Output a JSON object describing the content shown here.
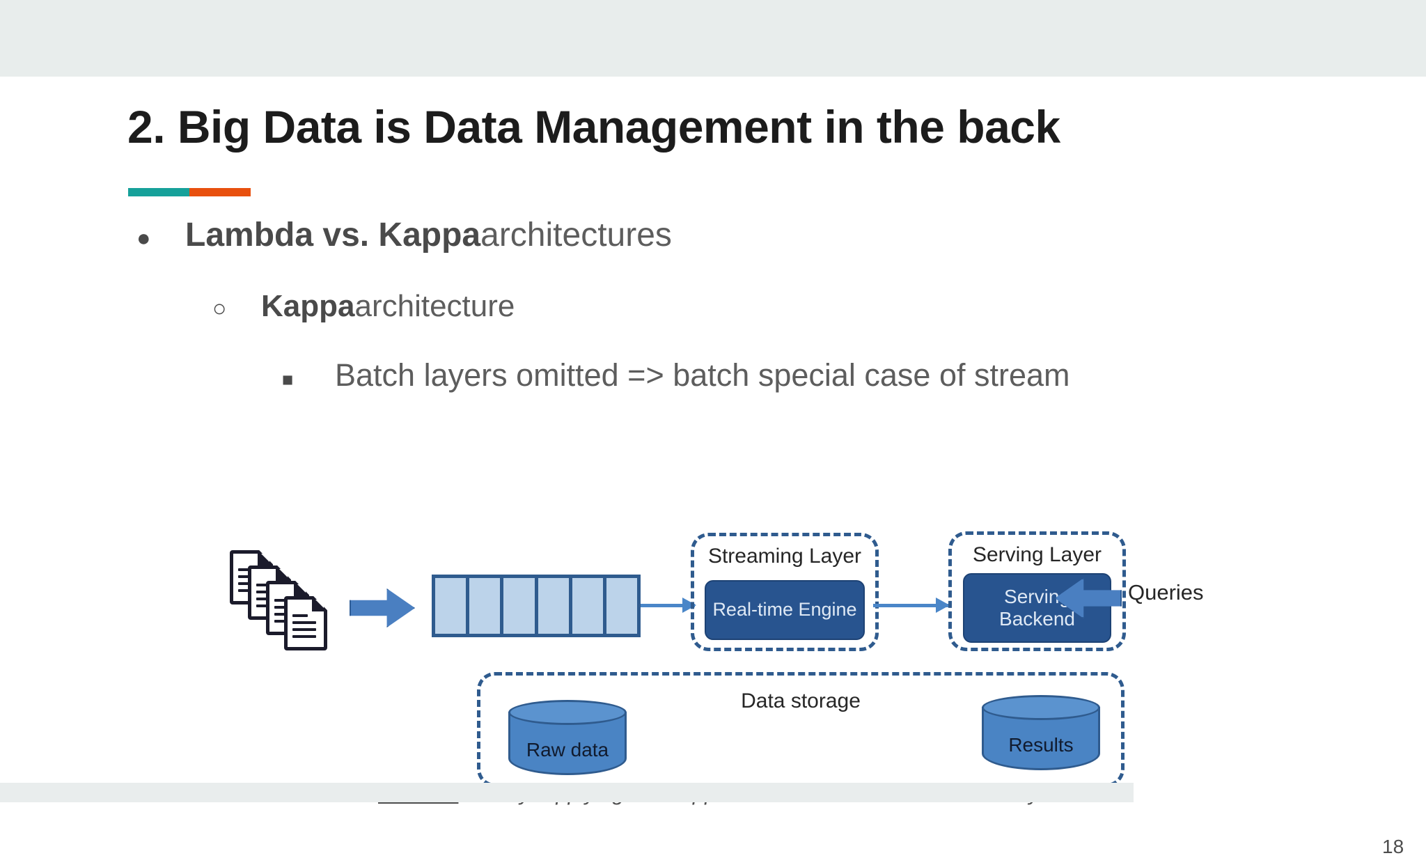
{
  "slide": {
    "title": "2. Big Data is Data Management in the back",
    "page_number": "18",
    "accent_colors": {
      "left": "#16a19a",
      "right": "#e8500e"
    },
    "band_color": "#e8edec"
  },
  "bullets": {
    "level1": {
      "marker": "●",
      "bold_text": "Lambda vs. Kappa",
      "rest_text": " architectures"
    },
    "level2": {
      "marker": "○",
      "bold_text": "Kappa",
      "rest_text": " architecture"
    },
    "level3": {
      "marker": "■",
      "text": "Batch layers omitted => batch special case of stream"
    }
  },
  "diagram": {
    "documents_icon": "documents-stack",
    "queue": {
      "cells": 6,
      "fill": "#bcd3ea",
      "stroke": "#2f5b8e"
    },
    "streaming_layer": {
      "label": "Streaming Layer",
      "engine_label": "Real-time Engine"
    },
    "serving_layer": {
      "label": "Serving Layer",
      "backend_label": "Serving Backend"
    },
    "storage": {
      "label": "Data storage",
      "cylinders": [
        {
          "label": "Raw data"
        },
        {
          "label": "Results"
        }
      ]
    },
    "queries_label": "Queries",
    "box_color": "#28548f",
    "arrow_color": "#4a7fc1"
  },
  "caption": {
    "source_prefix": "Source:",
    "source_text": " O’reilly: Applying the Kappa architecture in the telco industry"
  }
}
